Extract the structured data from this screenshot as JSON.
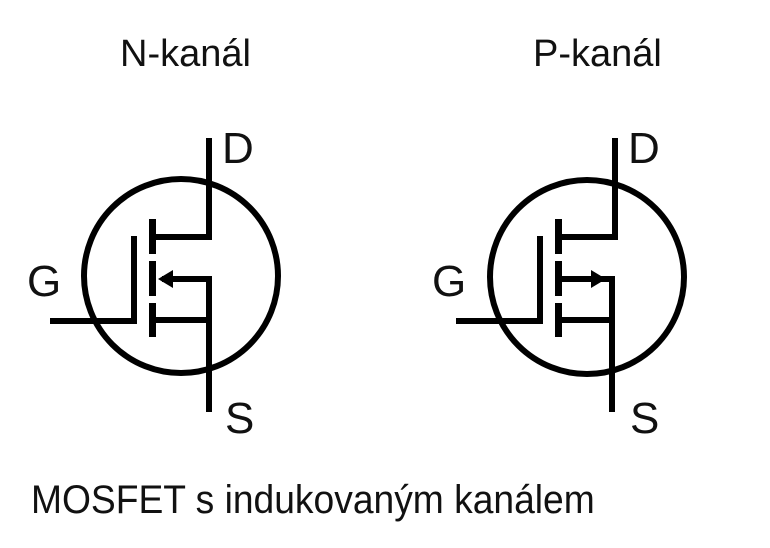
{
  "diagram": {
    "caption": "MOSFET s indukovaným kanálem",
    "stroke_color": "#000000",
    "background_color": "#ffffff",
    "symbols": [
      {
        "id": "n-channel",
        "title": "N-kanál",
        "arrow_direction": "inward (pointing toward channel)",
        "pins": {
          "drain": "D",
          "gate": "G",
          "source": "S"
        }
      },
      {
        "id": "p-channel",
        "title": "P-kanál",
        "arrow_direction": "outward (pointing away from channel)",
        "pins": {
          "drain": "D",
          "gate": "G",
          "source": "S"
        }
      }
    ]
  }
}
